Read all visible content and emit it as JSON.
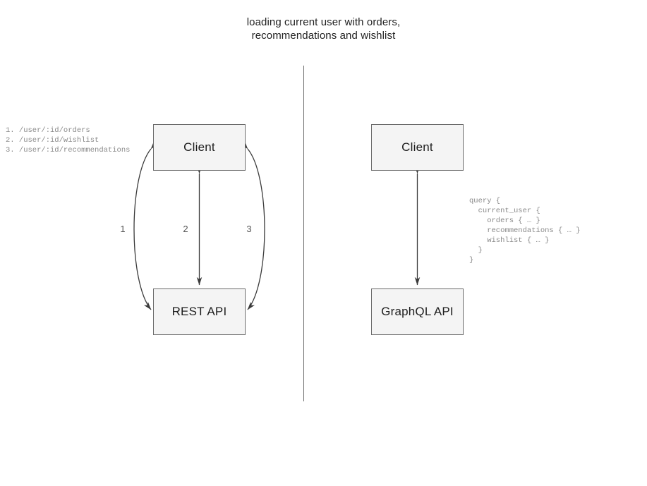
{
  "title": "loading current user with orders,\nrecommendations and wishlist",
  "divider": {
    "name": "vertical-divider"
  },
  "left_panel": {
    "name": "rest-api-comparison-panel",
    "nodes": {
      "client": "Client",
      "api": "REST API"
    },
    "edges": [
      {
        "label": "1",
        "name": "edge-label-1"
      },
      {
        "label": "2",
        "name": "edge-label-2"
      },
      {
        "label": "3",
        "name": "edge-label-3"
      }
    ],
    "annotation": "1. /user/:id/orders\n2. /user/:id/wishlist\n3. /user/:id/recommendations"
  },
  "right_panel": {
    "name": "graphql-comparison-panel",
    "nodes": {
      "client": "Client",
      "api": "GraphQL API"
    },
    "annotation": "query {\n  current_user {\n    orders { … }\n    recommendations { … }\n    wishlist { … }\n  }\n}"
  },
  "colors": {
    "node_fill": "#f4f4f4",
    "node_border": "#6b6b6b",
    "arrow": "#3a3a3a",
    "divider": "#6e6e6e",
    "annotation_text": "#8a8a8a",
    "title_text": "#222222"
  }
}
